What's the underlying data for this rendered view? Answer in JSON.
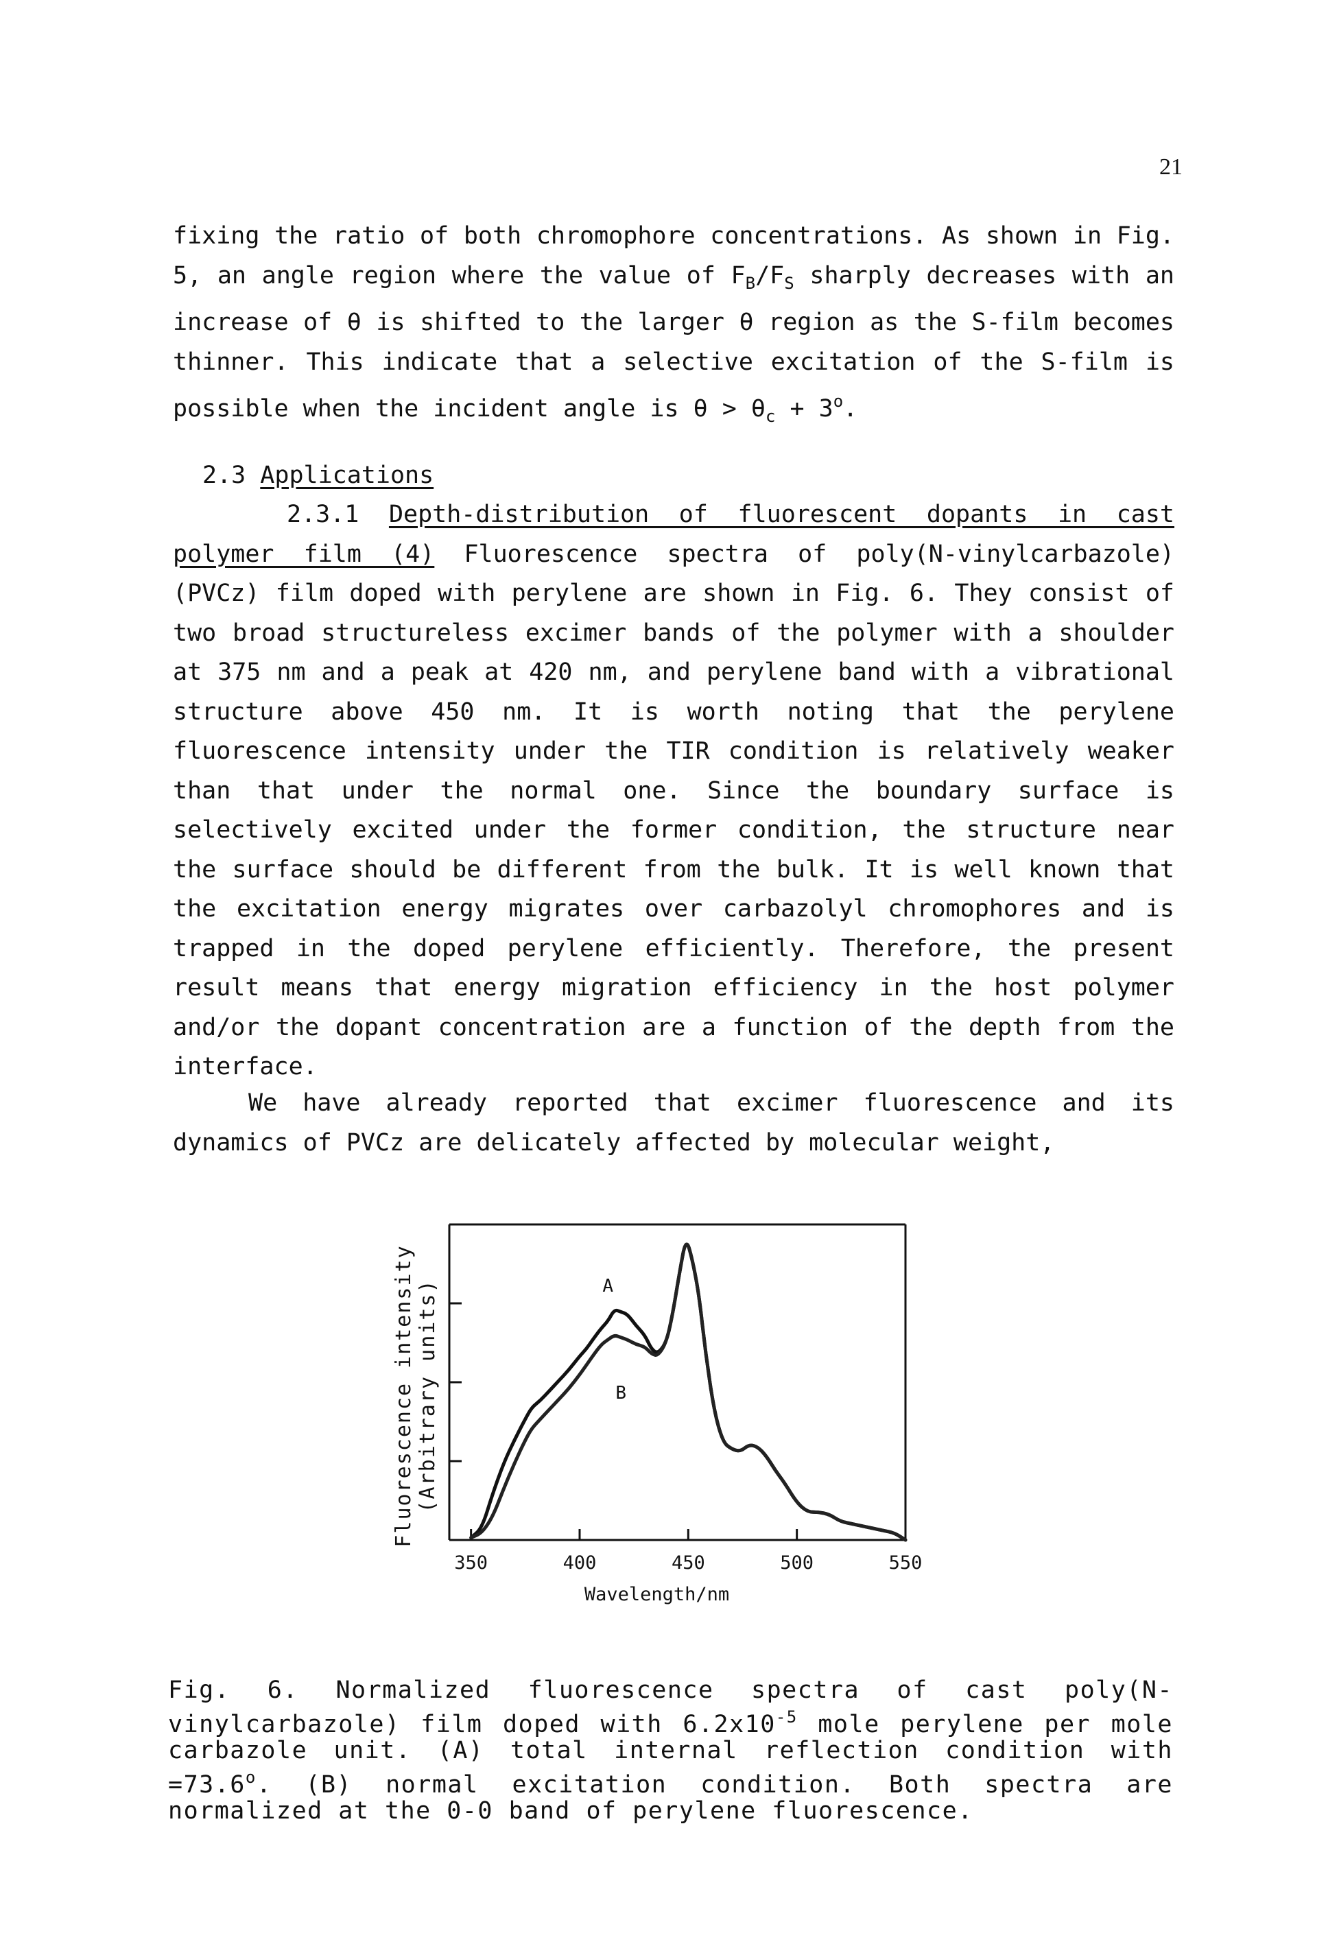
{
  "page": {
    "number": "21"
  },
  "para1": {
    "t1": "fixing the ratio of both chromophore concentrations. As shown in Fig. 5, an angle region where the value of F",
    "s1": "B",
    "t2": "/F",
    "s2": "S",
    "t3": " sharply decreases with an increase of θ is shifted to the larger θ region as the S-film becomes thinner. This indicate that a selective excitation of the S-film is possible when the incident angle is θ > θ",
    "s3": "c",
    "t4": " + 3",
    "s4": "o",
    "t5": "."
  },
  "section": {
    "number": "2.3",
    "title": "Applications"
  },
  "subsection": {
    "number": "2.3.1",
    "title": "Depth-distribution of fluorescent dopants in cast polymer film (4)",
    "body": " Fluorescence spectra of poly(N-vinylcarbazole) (PVCz) film doped with perylene are shown in Fig. 6. They consist of two broad structureless excimer bands of the polymer with a shoulder at 375 nm and a peak at 420 nm, and perylene band with a vibrational structure above 450 nm.  It is worth noting that the perylene fluorescence intensity under the TIR condition is relatively weaker than that under the normal one.  Since the boundary surface is selectively excited under the former condition, the structure near the surface should be different from the bulk.  It is well known that the excitation energy migrates over carbazolyl chromophores and is trapped in the doped perylene efficiently. Therefore, the present result means that energy migration efficiency in the host polymer and/or the dopant concentration are a function of the depth from the interface."
  },
  "para3": {
    "text": "We have already reported that excimer fluorescence and its dynamics of PVCz are delicately affected by molecular weight,"
  },
  "chart_data": {
    "type": "line",
    "xlabel": "Wavelength/nm",
    "ylabel_line1": "Fluorescence intensity",
    "ylabel_line2": "(Arbitrary units)",
    "xlim": [
      340,
      550
    ],
    "ylim": [
      0,
      1
    ],
    "xticks": [
      350,
      400,
      450,
      500,
      550
    ],
    "xtick_labels": [
      "350",
      "400",
      "450",
      "500",
      "550"
    ],
    "ytick_count": 3,
    "series": [
      {
        "name": "A",
        "x": [
          350,
          355,
          360,
          365,
          370,
          375,
          378,
          382,
          386,
          390,
          395,
          400,
          403,
          406,
          410,
          413,
          416,
          419,
          422,
          426,
          430,
          433,
          436,
          440,
          443,
          446,
          449,
          452,
          455,
          458,
          462,
          466,
          470,
          474,
          478,
          482,
          486,
          490,
          494,
          500,
          505,
          510,
          515,
          520,
          525,
          530,
          535,
          540,
          545,
          550
        ],
        "values": [
          0.01,
          0.05,
          0.2,
          0.33,
          0.43,
          0.52,
          0.57,
          0.6,
          0.64,
          0.68,
          0.73,
          0.79,
          0.82,
          0.86,
          0.91,
          0.94,
          0.99,
          0.98,
          0.97,
          0.92,
          0.88,
          0.82,
          0.8,
          0.85,
          0.98,
          1.15,
          1.3,
          1.2,
          1.05,
          0.8,
          0.55,
          0.42,
          0.39,
          0.38,
          0.41,
          0.4,
          0.36,
          0.3,
          0.25,
          0.16,
          0.12,
          0.12,
          0.11,
          0.08,
          0.07,
          0.06,
          0.05,
          0.04,
          0.03,
          0.0
        ]
      },
      {
        "name": "B",
        "x": [
          350,
          355,
          360,
          365,
          370,
          375,
          378,
          382,
          386,
          390,
          395,
          400,
          403,
          406,
          410,
          413,
          416,
          419,
          422,
          426,
          430,
          433,
          436,
          440,
          443,
          446,
          449,
          452,
          455,
          458,
          462,
          466,
          470,
          474,
          478,
          482,
          486,
          490,
          494,
          500,
          505,
          510,
          515,
          520,
          525,
          530,
          535,
          540,
          545,
          550
        ],
        "values": [
          0.01,
          0.03,
          0.1,
          0.22,
          0.33,
          0.43,
          0.48,
          0.52,
          0.56,
          0.6,
          0.65,
          0.71,
          0.75,
          0.79,
          0.84,
          0.86,
          0.88,
          0.87,
          0.86,
          0.84,
          0.83,
          0.8,
          0.79,
          0.85,
          0.98,
          1.15,
          1.3,
          1.2,
          1.05,
          0.8,
          0.55,
          0.42,
          0.39,
          0.38,
          0.41,
          0.4,
          0.36,
          0.3,
          0.25,
          0.16,
          0.12,
          0.12,
          0.11,
          0.08,
          0.07,
          0.06,
          0.05,
          0.04,
          0.03,
          0.0
        ]
      }
    ]
  },
  "caption": {
    "t1": "Fig. 6. Normalized fluorescence spectra of cast poly(N-vinylcarbazole) film doped with 6.2x10",
    "sup": "-5",
    "t2": " mole perylene per mole carbazole unit. (A) total internal reflection condition with =73.6",
    "sup2": "o",
    "t3": ". (B) normal excitation condition. Both spectra are normalized at the 0-0 band of perylene fluorescence."
  }
}
